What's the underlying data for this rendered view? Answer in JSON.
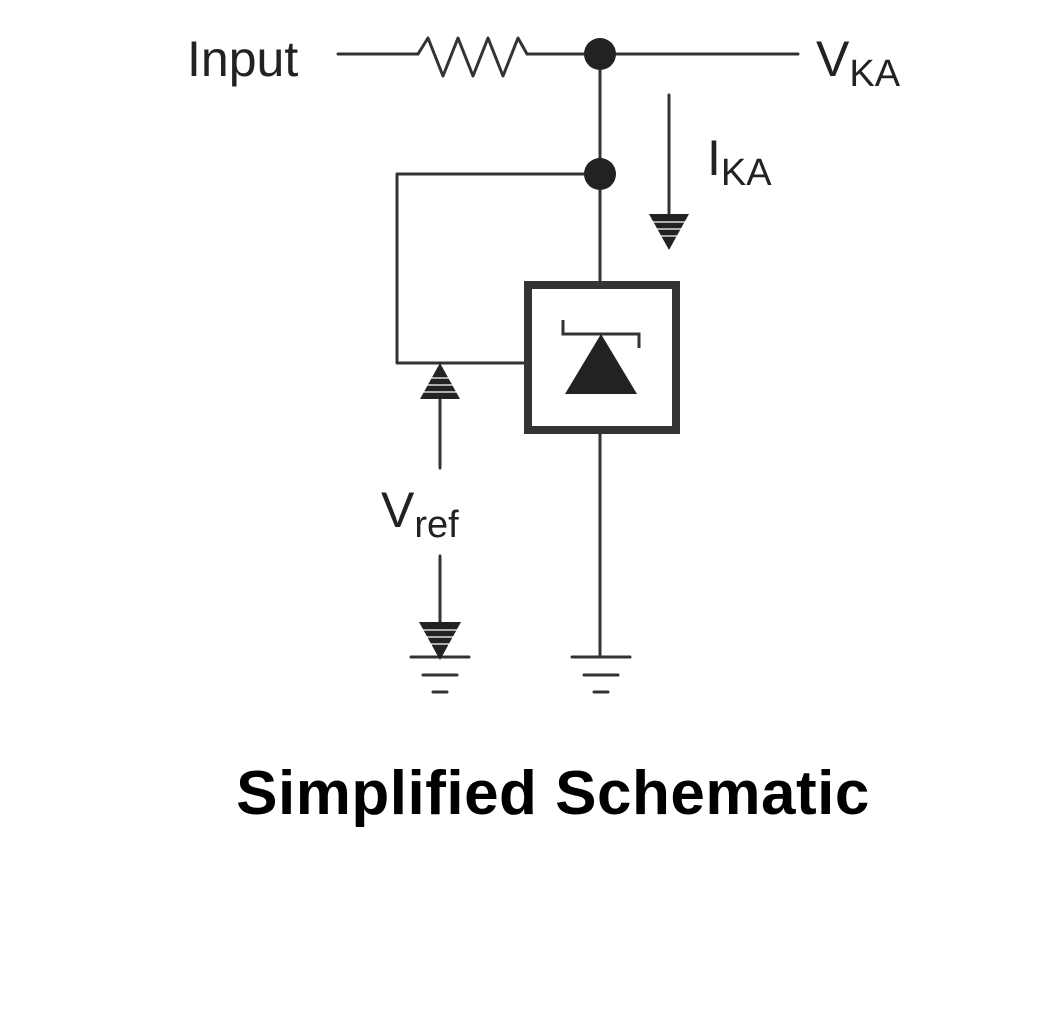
{
  "diagram": {
    "caption": "Simplified Schematic",
    "labels": {
      "input": "Input",
      "vka_main": "V",
      "vka_sub": "KA",
      "ika_main": "I",
      "ika_sub": "KA",
      "vref_main": "V",
      "vref_sub": "ref"
    },
    "colors": {
      "wire": "#333333",
      "fill": "#222222",
      "caption": "#000000"
    }
  }
}
